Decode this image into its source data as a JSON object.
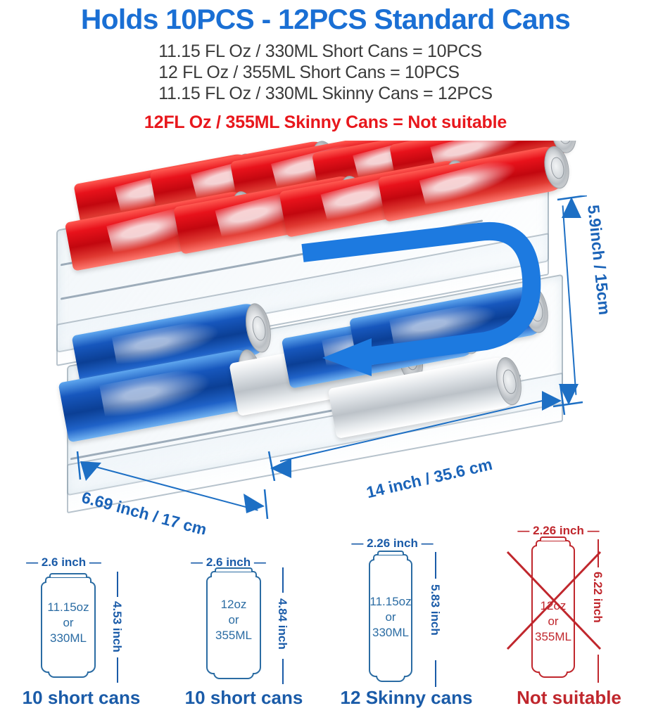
{
  "header": {
    "headline": "Holds 10PCS - 12PCS Standard Cans",
    "lines": [
      "11.15 FL Oz / 330ML Short Cans = 10PCS",
      "12 FL Oz / 355ML Short Cans = 10PCS",
      "11.15 FL Oz / 330ML Skinny Cans = 12PCS"
    ],
    "warning": "12FL Oz / 355ML Skinny Cans = Not suitable"
  },
  "colors": {
    "headline_blue": "#1a6fd4",
    "warning_red": "#e8171c",
    "dim_blue": "#1d6fc4",
    "caption_blue": "#1a5ba8",
    "outline_blue": "#2b6ca3",
    "not_suitable_red": "#c0272d",
    "can_red": "#e8121b",
    "can_blue": "#1757bd",
    "arrow_blue": "#1d7ae0"
  },
  "product": {
    "height_dim": "5.9inch / 15cm",
    "depth_dim": "6.69 inch / 17 cm",
    "width_dim": "14 inch / 35.6 cm",
    "flow_arrow": "roll-down-flow-arrow"
  },
  "specs": [
    {
      "width_dim": "— 2.6 inch —",
      "height_dim": "4.53 inch",
      "volume_1": "11.15oz",
      "volume_or": "or",
      "volume_2": "330ML",
      "caption": "10 short cans",
      "suitable": true
    },
    {
      "width_dim": "— 2.6 inch —",
      "height_dim": "4.84 inch",
      "volume_1": "12oz",
      "volume_or": "or",
      "volume_2": "355ML",
      "caption": "10 short cans",
      "suitable": true
    },
    {
      "width_dim": "— 2.26 inch —",
      "height_dim": "5.83 inch",
      "volume_1": "11.15oz",
      "volume_or": "or",
      "volume_2": "330ML",
      "caption": "12 Skinny cans",
      "suitable": true
    },
    {
      "width_dim": "— 2.26 inch —",
      "height_dim": "6.22 inch",
      "volume_1": "12oz",
      "volume_or": "or",
      "volume_2": "355ML",
      "caption": "Not suitable",
      "suitable": false
    }
  ]
}
